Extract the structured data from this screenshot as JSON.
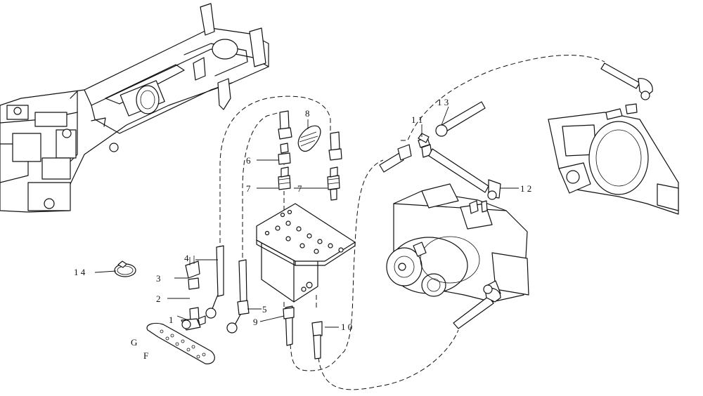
{
  "callouts": [
    {
      "id": "1",
      "label": "1"
    },
    {
      "id": "2",
      "label": "2"
    },
    {
      "id": "3",
      "label": "3"
    },
    {
      "id": "4",
      "label": "4"
    },
    {
      "id": "5",
      "label": "5"
    },
    {
      "id": "6",
      "label": "6"
    },
    {
      "id": "7a",
      "label": "7"
    },
    {
      "id": "7b",
      "label": "7"
    },
    {
      "id": "8",
      "label": "8"
    },
    {
      "id": "9",
      "label": "9"
    },
    {
      "id": "10",
      "label": "1 0"
    },
    {
      "id": "11",
      "label": "1 1"
    },
    {
      "id": "12",
      "label": "1 2"
    },
    {
      "id": "13",
      "label": "1 3"
    },
    {
      "id": "14",
      "label": "1 4"
    },
    {
      "id": "G",
      "label": "G"
    },
    {
      "id": "F",
      "label": "F"
    }
  ]
}
